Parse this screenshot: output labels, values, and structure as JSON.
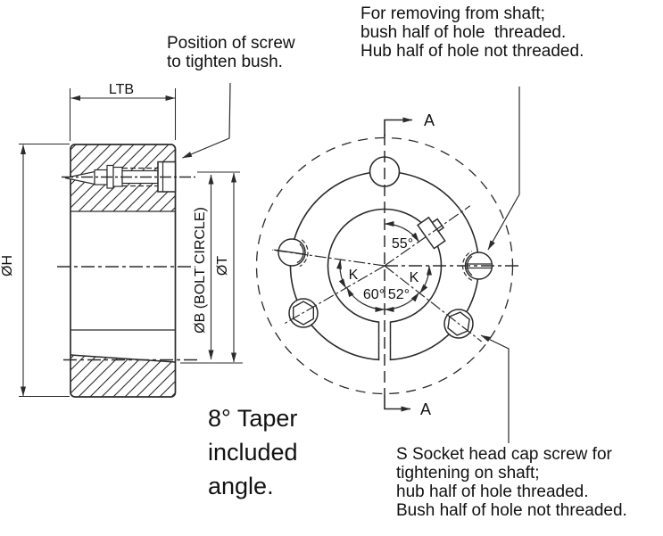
{
  "annotations": {
    "position_screw": "Position of screw\nto tighten bush.",
    "removing": "For removing from shaft;\nbush half of hole  threaded.\nHub half of hole not threaded.",
    "taper": "8° Taper\nincluded\nangle.",
    "socket": "S Socket head cap screw for\ntightening on shaft;\nhub half of hole threaded.\nBush half of hole not threaded."
  },
  "side_view": {
    "dim_ltb": "LTB",
    "dim_h": "ØH",
    "dim_b": "ØB (BOLT CIRCLE)",
    "dim_t": "ØT"
  },
  "front_view": {
    "section_label_top": "A",
    "section_label_bottom": "A",
    "angle_55": "55°",
    "angle_k_left": "K",
    "angle_k_right": "K",
    "angle_60": "60°",
    "angle_52": "52°"
  },
  "colors": {
    "line": "#2b2b2b",
    "text": "#111111",
    "background": "#ffffff"
  }
}
